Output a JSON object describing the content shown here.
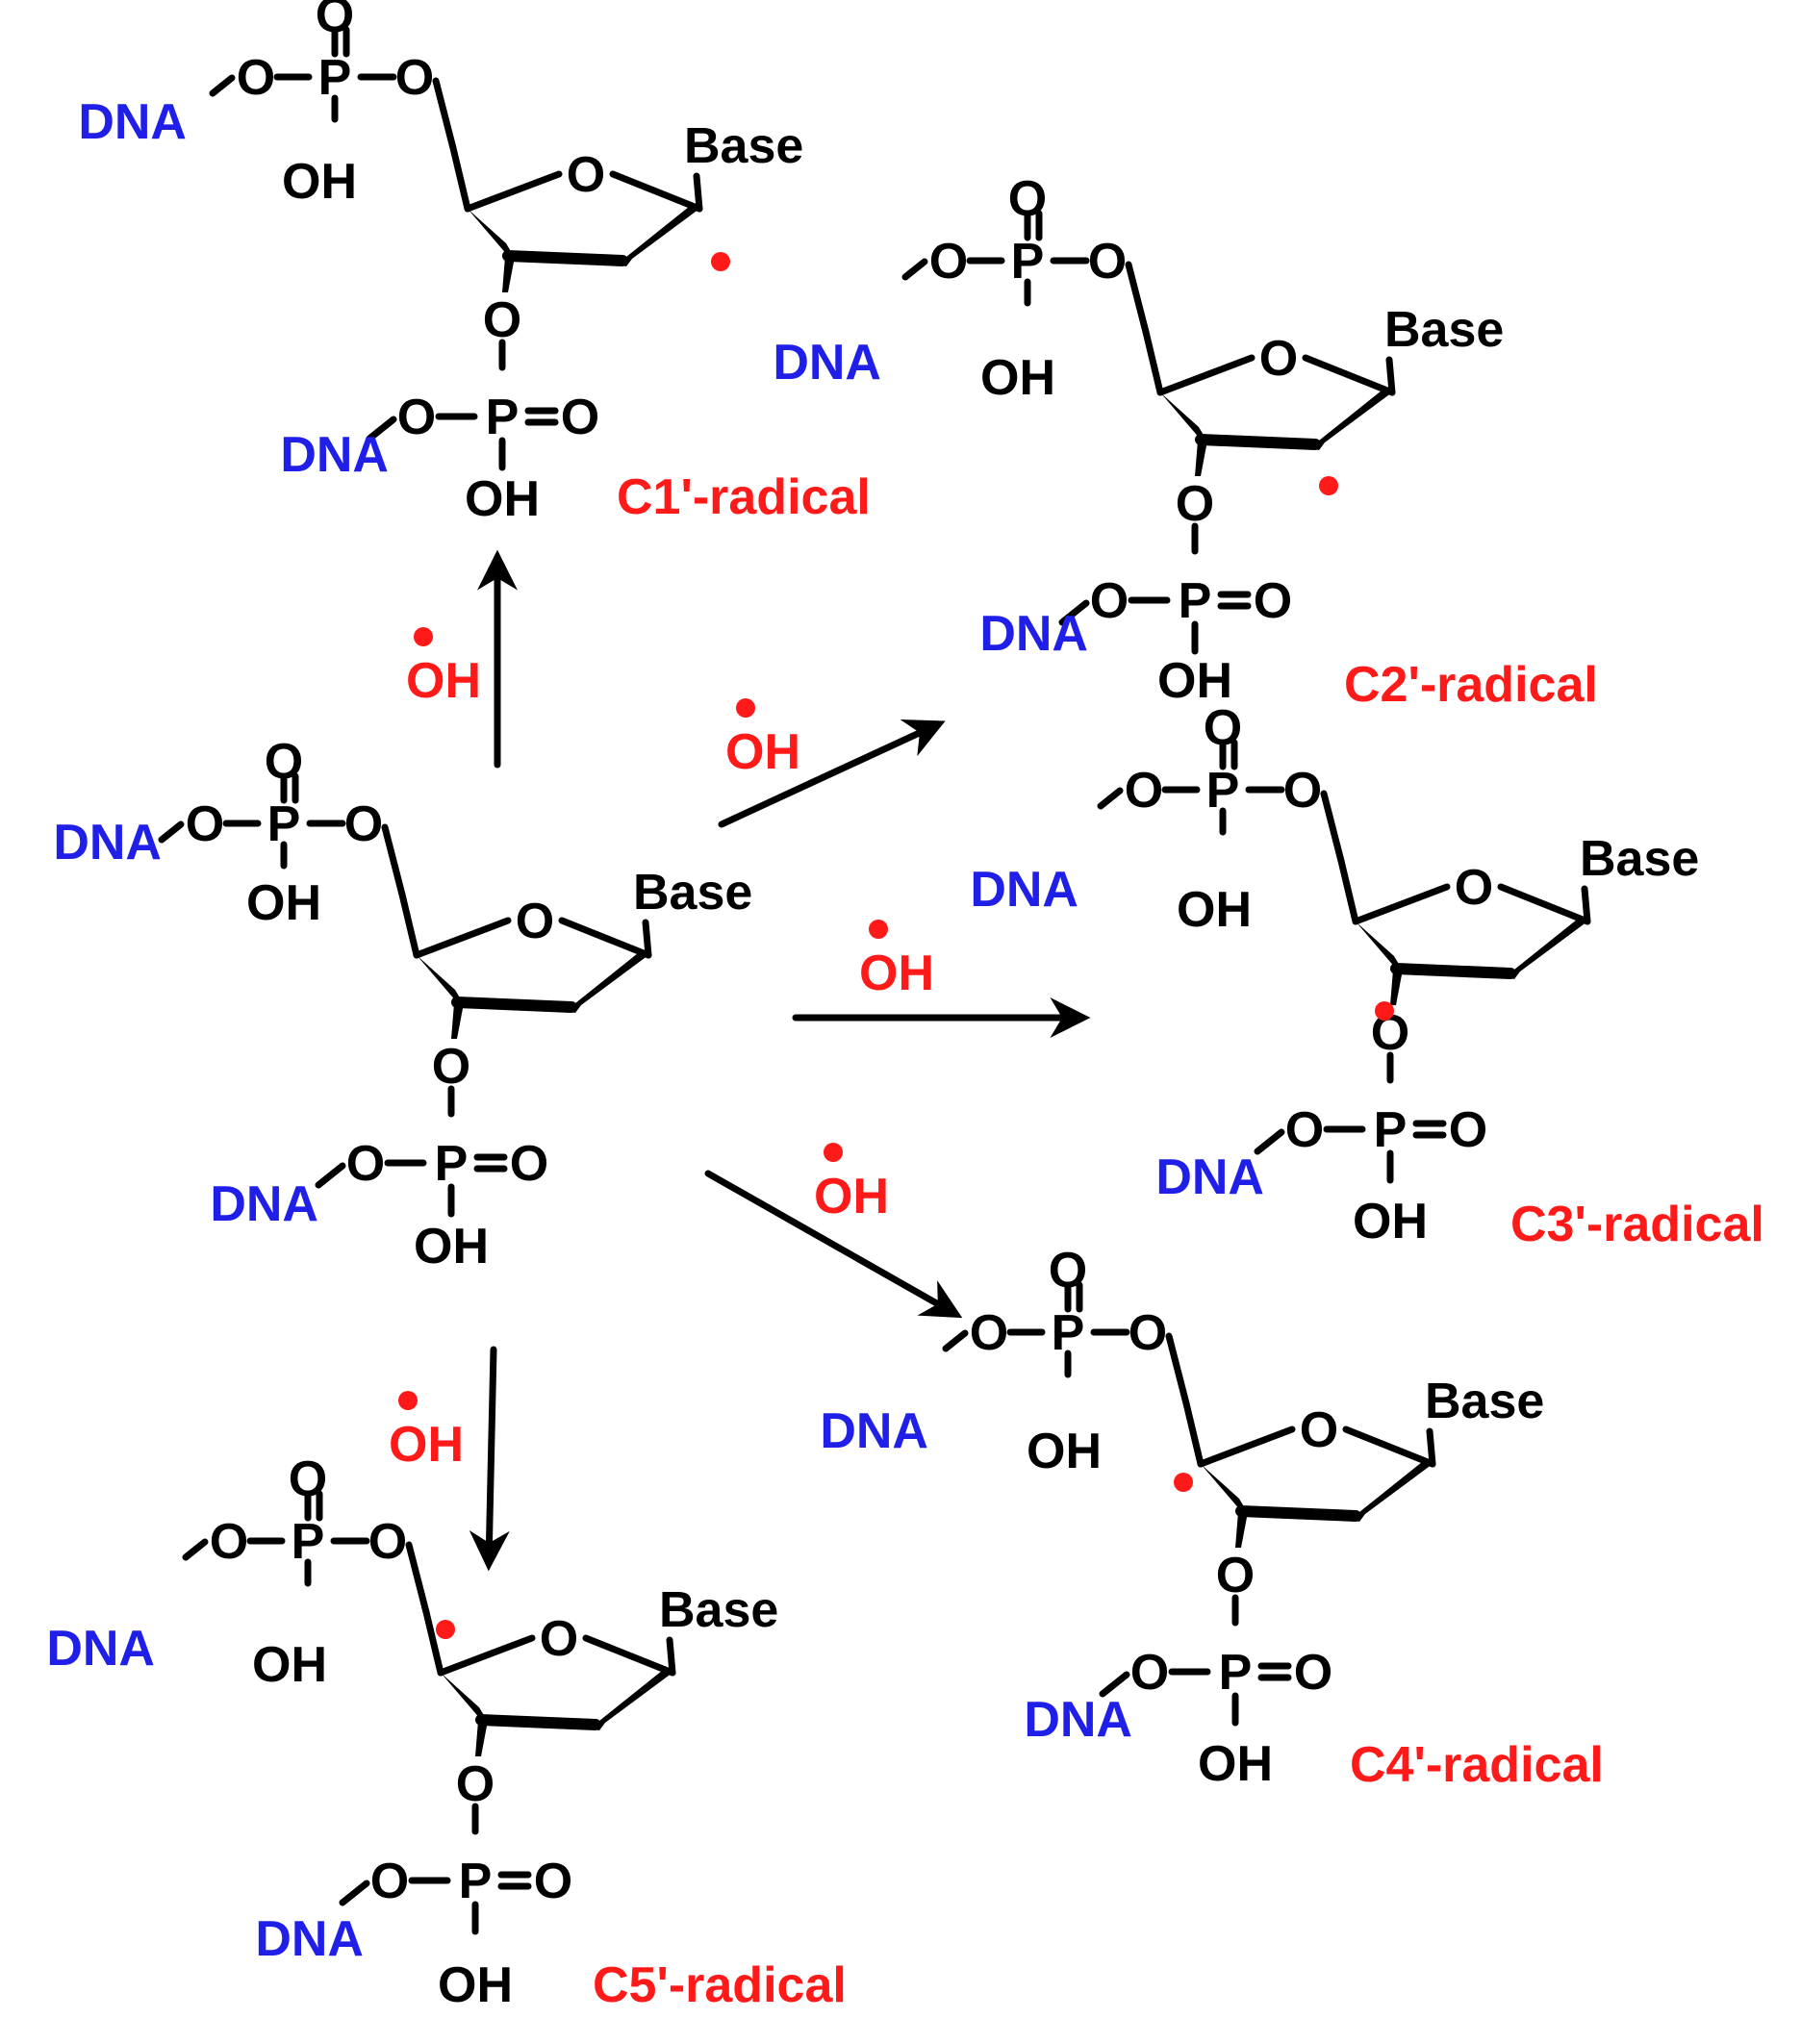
{
  "labels": {
    "base": "Base",
    "dna": "DNA",
    "oxygen": "O",
    "phosphorus": "P",
    "hydroxyl": "OH"
  },
  "reagent": "OH",
  "products": [
    "C1'-radical",
    "C2'-radical",
    "C3'-radical",
    "C4'-radical",
    "C5'-radical"
  ],
  "colors": {
    "dna_label": "#1f1fe8",
    "radical": "#ff1a1a",
    "bond": "#000000"
  }
}
